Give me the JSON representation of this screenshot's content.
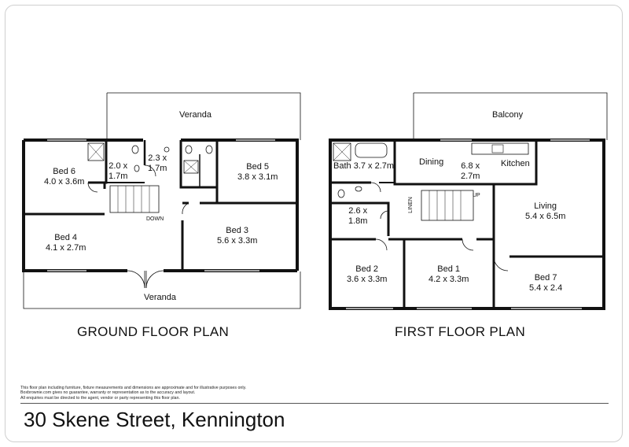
{
  "ground_floor": {
    "title": "GROUND FLOOR PLAN",
    "rooms": [
      {
        "name": "Veranda",
        "dims": ""
      },
      {
        "name": "Bed 6",
        "dims": "4.0 x 3.6m"
      },
      {
        "name": "2.0 x",
        "dims": "1.7m"
      },
      {
        "name": "2.3 x",
        "dims": "1.7m"
      },
      {
        "name": "Bed 5",
        "dims": "3.8 x 3.1m"
      },
      {
        "name": "Bed 4",
        "dims": "4.1 x 2.7m"
      },
      {
        "name": "Bed 3",
        "dims": "5.6 x 3.3m"
      },
      {
        "name": "Veranda",
        "dims": ""
      }
    ],
    "stair_label": "DOWN"
  },
  "first_floor": {
    "title": "FIRST FLOOR PLAN",
    "rooms": [
      {
        "name": "Balcony",
        "dims": ""
      },
      {
        "name": "Bath",
        "dims": "3.7 x 2.7m"
      },
      {
        "name": "Dining",
        "dims": ""
      },
      {
        "name": "6.8 x",
        "dims": "2.7m"
      },
      {
        "name": "Kitchen",
        "dims": ""
      },
      {
        "name": "2.6 x",
        "dims": "1.8m"
      },
      {
        "name": "Living",
        "dims": "5.4 x 6.5m"
      },
      {
        "name": "Bed 2",
        "dims": "3.6 x 3.3m"
      },
      {
        "name": "Bed 1",
        "dims": "4.2 x 3.3m"
      },
      {
        "name": "Bed 7",
        "dims": "5.4 x 2.4"
      }
    ],
    "stair_label": "UP",
    "linen_label": "LINEN"
  },
  "disclaimer": [
    "This floor plan including furniture, fixture measurements and dimensions are approximate and for illustrative purposes only.",
    "Boxbrownie.com gives no guarantee, warranty or representation as to the accuracy and layout.",
    "All enquiries must be directed to the agent, vendor or party representing this floor plan."
  ],
  "address": "30 Skene Street, Kennington"
}
